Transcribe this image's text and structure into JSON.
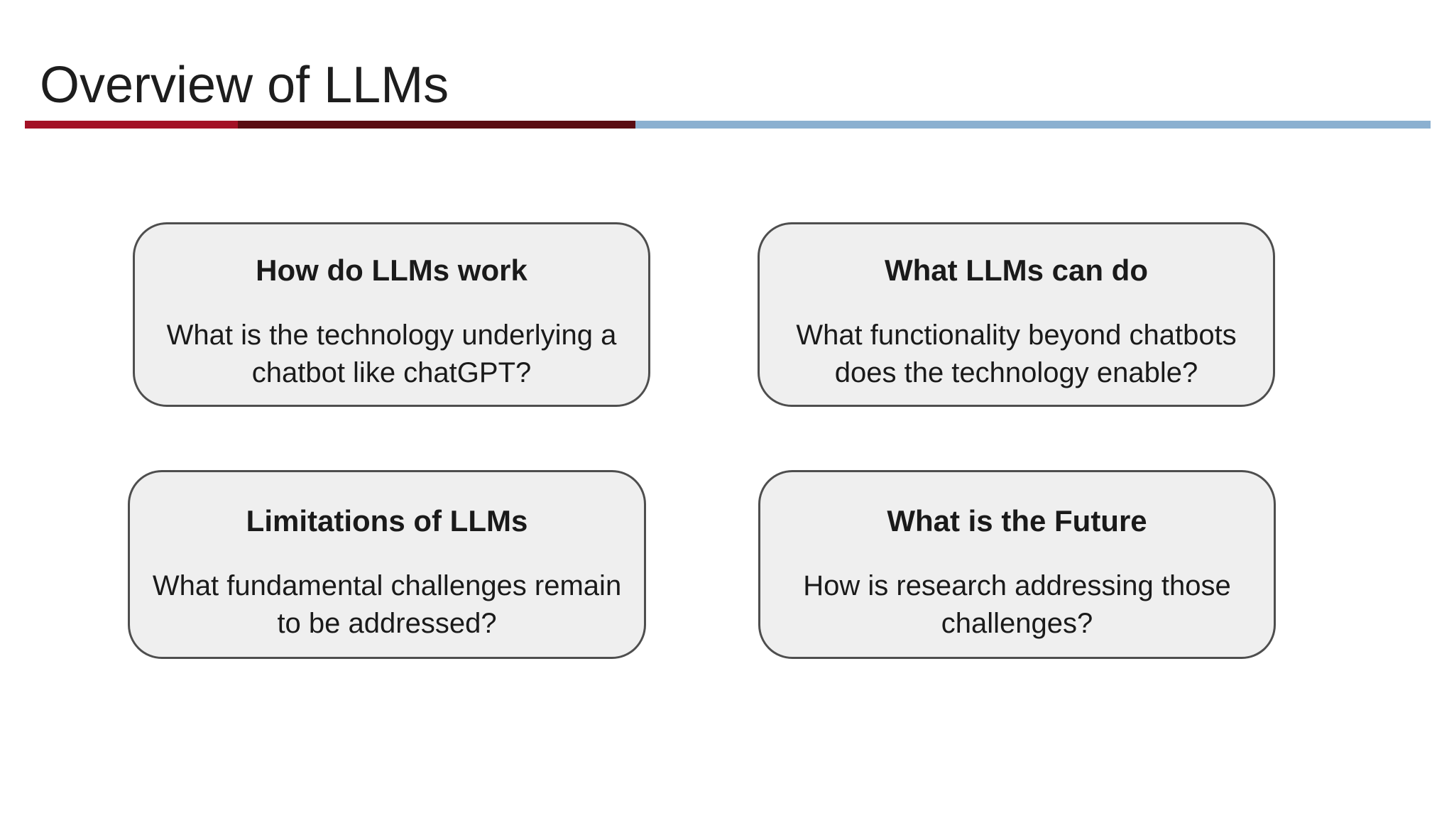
{
  "slide": {
    "title": "Overview of LLMs",
    "divider": {
      "segment_colors": {
        "red": "#a31126",
        "dark_red": "#5a0c12",
        "blue": "#8bb0d0"
      }
    },
    "cards": [
      {
        "heading": "How do LLMs work",
        "body_lines": [
          "What is the technology underlying a",
          "chatbot like chatGPT?"
        ]
      },
      {
        "heading": "What LLMs can do",
        "body_lines": [
          "What functionality beyond chatbots",
          "does the technology enable?"
        ]
      },
      {
        "heading": "Limitations of LLMs",
        "body_lines": [
          "What fundamental challenges remain",
          "to be addressed?"
        ]
      },
      {
        "heading": "What is the Future",
        "body_lines": [
          "How is research addressing those",
          "challenges?"
        ]
      }
    ]
  }
}
